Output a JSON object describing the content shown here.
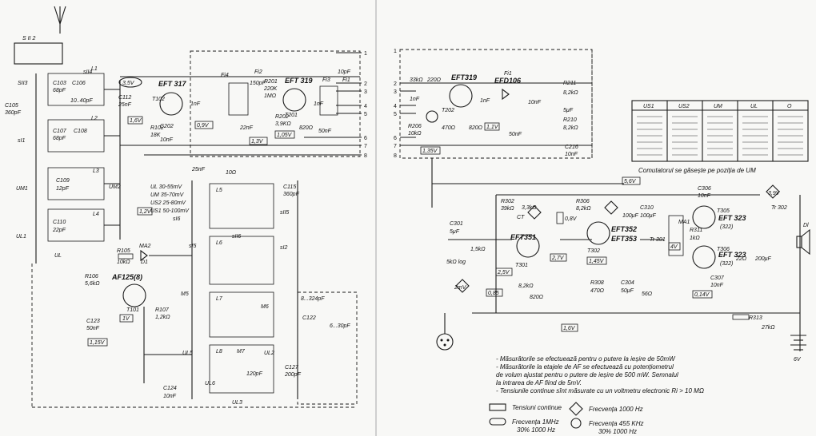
{
  "components": {
    "antenna": "S II 2",
    "s_ii_3": "SII3",
    "s_ii_4": "sII4",
    "c105": "C105",
    "c105_val": "360pF",
    "l1": "L1",
    "l2": "L2",
    "l3": "L3",
    "l4": "L4",
    "c103": "C103",
    "c103_val": "68pF",
    "c106": "C106",
    "c107": "C107",
    "c107_val": "68pF",
    "c108": "C108",
    "c109": "C109",
    "c109_val": "12pF",
    "c110": "C110",
    "c110_val": "22pF",
    "c111_val": "10..40pF",
    "sI1": "sI1",
    "um1": "UM1",
    "um2": "UM2",
    "ul1": "UL1",
    "ul": "UL",
    "ul_label": "UL",
    "t102": "T102",
    "eft317": "EFT 317",
    "v35": "3,5V",
    "c112": "C112",
    "c112_val": "25nF",
    "v16": "1,6V",
    "r102": "R102",
    "r102_val": "18K",
    "c202": "C202",
    "c202_val": "10nF",
    "c202_nf": "1nF",
    "fi1": "Fi1",
    "fi2": "Fi2",
    "fi3": "Fi3",
    "fi4": "Fi4",
    "eft319": "EFT 319",
    "t201": "T201",
    "r201": "R201",
    "r201_val": "220K",
    "r_1m": "1MΩ",
    "v09": "0,9V",
    "v13": "1,3V",
    "v105": "1,05V",
    "c203_val": "150pF",
    "c205_val": "1nF",
    "c208_val": "50nF",
    "c207_val": "10pF",
    "r202": "R202",
    "r202_val": "3,9KΩ",
    "r203_val": "820Ω",
    "c201_val": "22nF",
    "c210_val": "25nF",
    "r101_val": "10Ω",
    "ul_ranges_1": "UL 30-55mV",
    "ul_ranges_2": "UM 35-70mV",
    "ul_ranges_3": "US2 25-80mV",
    "ul_ranges_4": "US1 50-100mV",
    "v12": "1,2V",
    "l5": "L5",
    "l6": "L6",
    "l7": "L7",
    "l8": "L8",
    "c115": "C115",
    "c115_val": "360pF",
    "s_ii_5": "sII5",
    "s_i_6": "sI6",
    "s_ii_6": "sII6",
    "s_i_5": "sI5",
    "s_i_2": "sI2",
    "r105": "R105",
    "r105_val": "10kΩ",
    "ma2": "MA2",
    "d1": "D1",
    "af125": "AF125(8)",
    "t101": "T101",
    "r106": "R106",
    "r106_val": "5,6kΩ",
    "r107": "R107",
    "r107_val": "1,2kΩ",
    "v1": "1V",
    "c123": "C123",
    "c123_val": "50nF",
    "v115": "1,15V",
    "c124": "C124",
    "c124_val": "10nF",
    "ul5": "UL5",
    "ul6": "UL6",
    "ul3": "UL3",
    "ul2": "UL2",
    "c127": "C127",
    "c127_val": "200pF",
    "c126_val": "8...324pF",
    "c122": "C122",
    "c122_val": "6...30pF",
    "c125_val": "120pF",
    "m5": "M5",
    "m6": "M6",
    "m7": "M7",
    "t_eft319b": "EFT319",
    "t202": "T202",
    "r_33k": "33kΩ",
    "r_220": "220Ω",
    "c209_val": "1nF",
    "c211_val": "1nF",
    "efd106": "EFD106",
    "r206": "R206",
    "r206_val": "10kΩ",
    "r207_val": "470Ω",
    "r205_val": "820Ω",
    "v11": "1,1V",
    "v135": "1,35V",
    "c213_val": "50nF",
    "c212_val": "10nF",
    "r211": "R211",
    "r211_val": "8,2kΩ",
    "r210": "R210",
    "r210_val": "8,2kΩ",
    "c215_val": "5μF",
    "c216": "C216",
    "c214_val": "10nF",
    "fi5": "Fi1",
    "ct": "CT",
    "r302": "R302",
    "r302_val": "39kΩ",
    "r301_val": "3,3kΩ",
    "c301": "C301",
    "c301_val": "5μF",
    "r306": "R306",
    "r306_val": "8,2kΩ",
    "eft351": "EFT351",
    "eft352": "EFT352",
    "eft353": "EFT353",
    "t301": "T301",
    "t302": "T302",
    "v27": "2,7V",
    "v25": "2,5V",
    "v145": "1,45V",
    "v085": "0,85",
    "v08": "0,8V",
    "v16b": "1,6V",
    "v56": "5,6V",
    "r305_val": "1,5kΩ",
    "r303_val": "8,2kΩ",
    "r304_val": "820Ω",
    "r308": "R308",
    "r308_val": "470Ω",
    "c304": "C304",
    "c304_val": "50μF",
    "pot": "5kΩ log",
    "mv": "2mV",
    "r309_val": "56Ω",
    "c305_val": "100μF",
    "c310": "C310",
    "c310_val": "100μF",
    "tr301": "Tr 301",
    "tr302": "Tr 302",
    "v39": "3,9V",
    "ma1": "MA1",
    "eft323a": "EFT 323",
    "eft323b": "EFT 323",
    "n322a": "(322)",
    "n322b": "(322)",
    "t305": "T305",
    "t306": "T306",
    "r311": "R311",
    "r311_val": "1kΩ",
    "r312_val": "22Ω",
    "c308_val": "200μF",
    "c306": "C306",
    "c306_val": "10nF",
    "c307": "C307",
    "c307_val": "10nF",
    "v014": "0,14V",
    "v4": "4V",
    "r313": "R313",
    "r313_val": "27kΩ",
    "v16c": "1,6V",
    "battery": "6V",
    "speaker": "Dl"
  },
  "switch_table": {
    "headers": [
      "US1",
      "US2",
      "UM",
      "UL",
      "O"
    ],
    "caption": "Comutatorul se găsește pe poziția de UM"
  },
  "pin_labels": {
    "left": [
      "1",
      "2",
      "3",
      "4",
      "5",
      "6",
      "7",
      "8"
    ],
    "right": [
      "1",
      "2",
      "3",
      "4",
      "5",
      "6",
      "7",
      "8"
    ]
  },
  "notes": [
    "- Măsurătorile se efectuează pentru o putere la ieșire de 50mW",
    "- Măsurătorile la etajele de AF se efectuează cu potențiometrul",
    "  de volum ajustat pentru o putere de ieșire de 500 mW. Semnalul",
    "  la intrarea de AF fiind de 5mV.",
    "- Tensiunile continue sînt măsurate cu un voltmetru electronic Ri > 10 MΩ"
  ],
  "legend": {
    "dc": "Tensiuni continue",
    "f1000": "Frecvența 1000 Hz",
    "f1mhz": "Frecvența 1MHz",
    "f1mhz_sub": "30% 1000 Hz",
    "f455": "Frecvența 455 KHz",
    "f455_sub": "30% 1000 Hz"
  }
}
